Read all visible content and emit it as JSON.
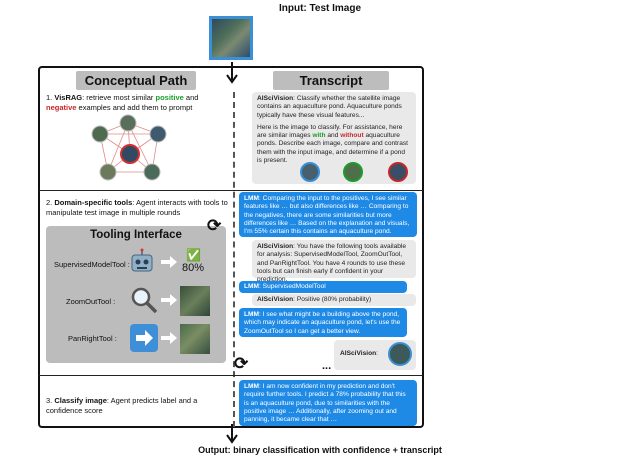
{
  "input_title": "Input: Test Image",
  "output_title": "Output: binary classification with confidence + transcript",
  "headers": {
    "left": "Conceptual Path",
    "right": "Transcript"
  },
  "steps": {
    "s1": {
      "num": "1. ",
      "name": "VisRAG",
      "text_a": ": retrieve most similar ",
      "positive": "positive",
      "text_b": " and ",
      "negative": "negative",
      "text_c": " examples and add them to prompt"
    },
    "s2": {
      "num": "2. ",
      "name": "Domain-specific tools",
      "text": ": Agent interacts with tools to manipulate test image in multiple rounds"
    },
    "s3": {
      "num": "3. ",
      "name": "Classify image",
      "text": ": Agent predicts label and a confidence score"
    }
  },
  "tooling": {
    "title": "Tooling Interface",
    "tools": [
      "SupervisedModelTool :",
      "ZoomOutTool :",
      "PanRightTool :"
    ],
    "result_check": "✅",
    "result_pct": "80%"
  },
  "transcript": {
    "b1": {
      "who": "AISciVision",
      "p1": ": Classify whether the satellite image contains an aquaculture pond. Aquaculture ponds typically have these visual features...",
      "p2": "Here is the image to classify. For assistance, here are similar images ",
      "with": "with",
      "and": " and ",
      "without": "without",
      "p3": " aquaculture ponds. Describe each image, compare and contrast them with the input image, and determine if a pond is present."
    },
    "b2": {
      "who": "LMM",
      "text": ": Comparing the input to the positives, I see similar features like … but also differences like … Comparing to the negatives, there are some similarities but more differences like … Based on the explanation and visuals, I'm 55% certain this contains an aquaculture pond."
    },
    "b3": {
      "who": "AISciVision",
      "text": ": You have the following tools available for analysis: SupervisedModelTool, ZoomOutTool, and PanRightTool. You have 4 rounds to use these tools but can finish early if confident in your prediction."
    },
    "b4": {
      "who": "LMM",
      "text": ": SupervisedModelTool"
    },
    "b5": {
      "who": "AISciVision",
      "text": ": Positive (80% probability)"
    },
    "b6": {
      "who": "LMM",
      "text": ": I see what might be a building above the pond, which may indicate an aquaculture pond, let's use the ZoomOutTool so I can get a better view."
    },
    "b7": {
      "who": "AISciVision",
      "text": ":"
    },
    "ellipsis": "...",
    "b8": {
      "who": "LMM",
      "text": ": I am now confident in my prediction and don't require further tools. I predict a 78% probability that this is an aquaculture pond, due to similarities with the positive image … Additionally, after zooming out and panning, it became clear that …"
    }
  },
  "colors": {
    "accent_blue": "#1f8ae6",
    "positive_green": "#1b9d2b",
    "negative_red": "#c62828",
    "header_grey": "#bdbdbd"
  }
}
